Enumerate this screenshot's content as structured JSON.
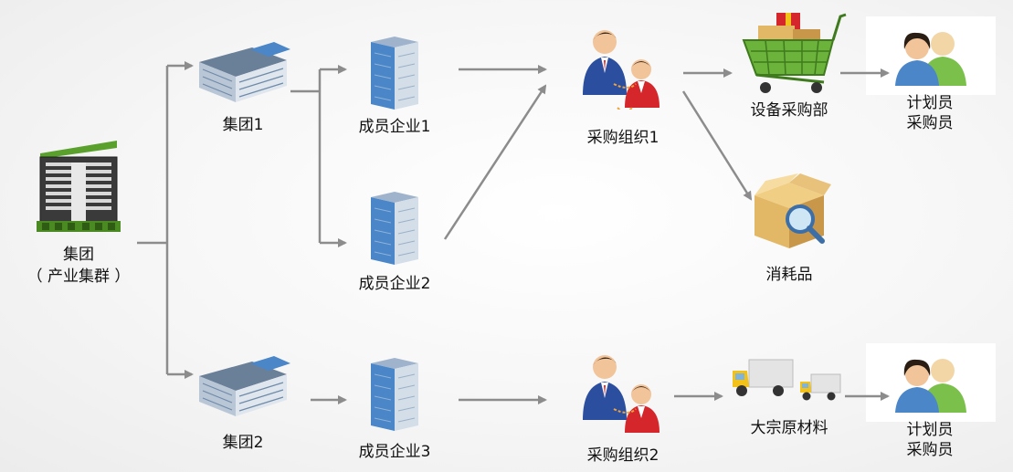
{
  "nodes": {
    "group_root": {
      "line1": "集团",
      "line2": "（ 产业集群 ）"
    },
    "group1": "集团1",
    "group2": "集团2",
    "member1": "成员企业1",
    "member2": "成员企业2",
    "member3": "成员企业3",
    "purchase_org1": "采购组织1",
    "purchase_org2": "采购组织2",
    "equipment_dept": "设备采购部",
    "consumables": "消耗品",
    "bulk_materials": "大宗原材料",
    "planner_top": {
      "line1": "计划员",
      "line2": "采购员"
    },
    "planner_bottom": {
      "line1": "计划员",
      "line2": "采购员"
    }
  },
  "colors": {
    "arrow": "#8c8c8c",
    "building_blue": "#4a86c8",
    "factory_green": "#5aa02c",
    "cart_green": "#6bb33a",
    "box_tan": "#e2b866",
    "truck_yellow": "#f2c21a",
    "person_red": "#d4262b",
    "person_blue": "#2b4f9e"
  },
  "icons": [
    "factory-icon",
    "office-building-icon",
    "tower-building-icon",
    "handshake-people-icon",
    "shopping-cart-icon",
    "cardboard-box-icon",
    "truck-icon",
    "user-pair-icon"
  ]
}
